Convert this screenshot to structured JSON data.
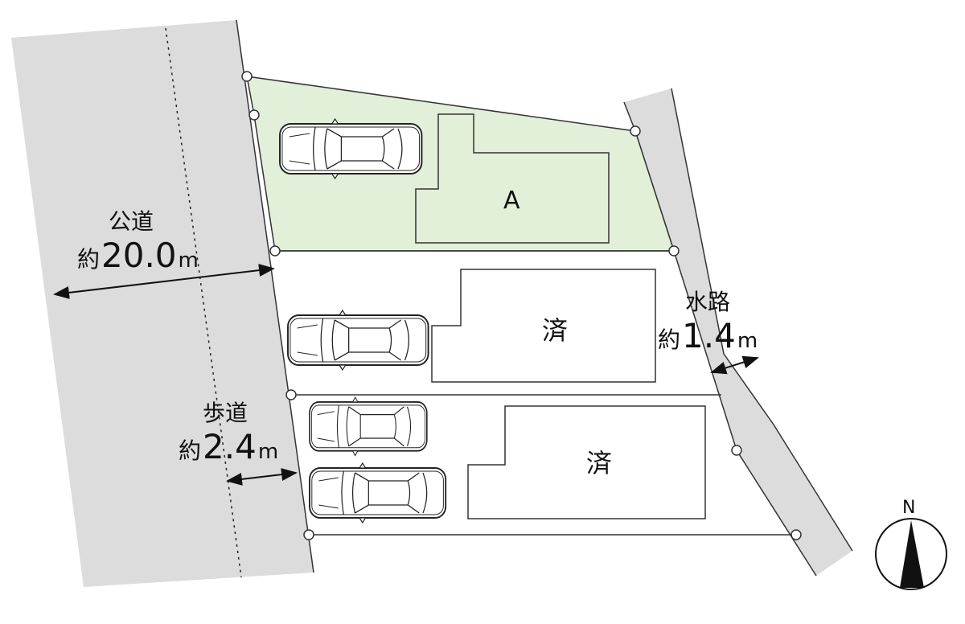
{
  "road": {
    "name": "公道",
    "prefix": "約",
    "width": "20.0",
    "unit": "m"
  },
  "sidewalk": {
    "name": "歩道",
    "prefix": "約",
    "width": "2.4",
    "unit": "m"
  },
  "waterway": {
    "name": "水路",
    "prefix": "約",
    "width": "1.4",
    "unit": "m"
  },
  "lots": [
    {
      "label": "A",
      "status": "available"
    },
    {
      "label": "済",
      "status": "sold"
    },
    {
      "label": "済",
      "status": "sold"
    }
  ],
  "compass": {
    "label": "N"
  },
  "colors": {
    "road": "#dcdcdc",
    "lot_available": "#e2efd9",
    "line": "#333333"
  }
}
